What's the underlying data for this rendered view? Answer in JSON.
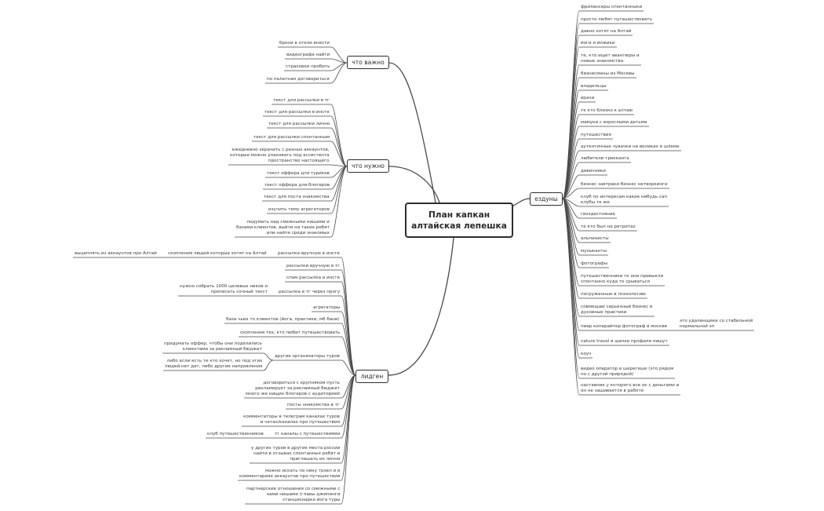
{
  "root": {
    "title": "План капкан\nалтайская лепешка"
  },
  "branches": {
    "important": {
      "label": "что важно",
      "items": [
        {
          "text": "брони в отели внести"
        },
        {
          "text": "видеографа найти"
        },
        {
          "text": "страховки пробить"
        },
        {
          "text": "по палаткам договориться"
        }
      ]
    },
    "needed": {
      "label": "что нужно",
      "items": [
        {
          "text": "текст для рассылки в тг"
        },
        {
          "text": "текст для рассылки в инсте"
        },
        {
          "text": "текст для рассылки лично"
        },
        {
          "text": "текст для рассылки спонтанным"
        },
        {
          "text": "ежедневно xepачить с разных аккаунтов,\nкоторые можно упаковать под ассистента\nпространство настоящего"
        },
        {
          "text": "текст оффера для туриков"
        },
        {
          "text": "текст оффера для блогеров"
        },
        {
          "text": "текст для поста знакомства"
        },
        {
          "text": "изучить тему агрегаторов"
        },
        {
          "text": "подумать над смежными нишами и\nбазами клиентов, выйти на таких ребят\nили найти среди знакомых"
        }
      ]
    },
    "leadgen": {
      "label": "лидген",
      "items": [
        {
          "text": "рассылка вручную в инсте",
          "sub": {
            "text": "скопления людей которые хотят на Алтай",
            "sub": {
              "text": "выцеплять из аккаунтов про Алтай"
            }
          }
        },
        {
          "text": "рассылки вручную в тг"
        },
        {
          "text": "спам рассылка в инсте"
        },
        {
          "text": "рассылка в тг через прогу",
          "sub": {
            "text": "нужно собрать 1000 целевых ников и\nпрописать сочный текст"
          }
        },
        {
          "text": "агрегаторы"
        },
        {
          "text": "база чьих то клиентов (йога, практики, мб бани)"
        },
        {
          "text": "скопления тех, кто любит путешествовать"
        },
        {
          "text": "другие организаторы туров",
          "subs": [
            {
              "text": "придумать оффер, чтобы они поделились\nклиентами за рекламный бюджет"
            },
            {
              "text": "либо если есть те кто хочет, но под этих\nлюдей нет дат, либо другие направления"
            }
          ]
        },
        {
          "text": "договориться с крупняком пусть\nрекламирует за рекламный бюджет\nмного же нищих блогеров с аудиторией"
        },
        {
          "text": "посты знакомства в тг"
        },
        {
          "text": "комментаторы в телеграм каналах туров\nи чатах/каналах про путешествия"
        },
        {
          "text": "тг каналы с путешествиями",
          "sub": {
            "text": "клуб путешественников"
          }
        },
        {
          "text": "у других туров в другие места россии\nнайти в отзывах спонтанных ребят и\nприглашать их лично"
        },
        {
          "text": "можно искать по нику трэел и в\nкомментариях аккаунтов про путешествия"
        },
        {
          "text": "партнерские отношения со смежными с\nнами нишами (главы джипинги\nстанционарка йога туры"
        }
      ]
    },
    "riders": {
      "label": "ездуны",
      "items": [
        {
          "text": "фрилансеры спонтанныки"
        },
        {
          "text": "просто любят путешествовать"
        },
        {
          "text": "давно хотят на Алтай"
        },
        {
          "text": "йоги и йожики"
        },
        {
          "text": "те, кто ищет авантюры и\nновые знакомства"
        },
        {
          "text": "бизнесмены из Москвы"
        },
        {
          "text": "владельцы"
        },
        {
          "text": "врачи"
        },
        {
          "text": "те кто близко к алтаю"
        },
        {
          "text": "мамуки с взрослыми детьми"
        },
        {
          "text": "путешествия"
        },
        {
          "text": "аутентичные чувачки на великах в шлеме"
        },
        {
          "text": "любители треккинга"
        },
        {
          "text": "девичники"
        },
        {
          "text": "бизнес завтраки бизнес нетворкинги"
        },
        {
          "text": "клуб по интересам какие нибудь сап\nклубы те же"
        },
        {
          "text": "гвоздестояние"
        },
        {
          "text": "те кто был на ретритах"
        },
        {
          "text": "альпинисты"
        },
        {
          "text": "музыканты"
        },
        {
          "text": "фотографы"
        },
        {
          "text": "путешественники тк они привыкли\nспонтанно куда то срываться"
        },
        {
          "text": "погруженные в психологию"
        },
        {
          "text": "совмещаю серьезный бизнес и\nдуховные практики"
        },
        {
          "text": "пиар копирайтер фотограф в москве",
          "sub": {
            "text": "это удаленщики со стабильной\nнормальной зп"
          }
        },
        {
          "text": "nature travel в шапке профиля пишут"
        },
        {
          "text": "коуч"
        },
        {
          "text": "видео оператор в шерегеше (это рядом\nно с другой природой)"
        },
        {
          "text": "наставник у которого все ок с деньгами и\nон не зашивается в работе"
        }
      ]
    }
  }
}
